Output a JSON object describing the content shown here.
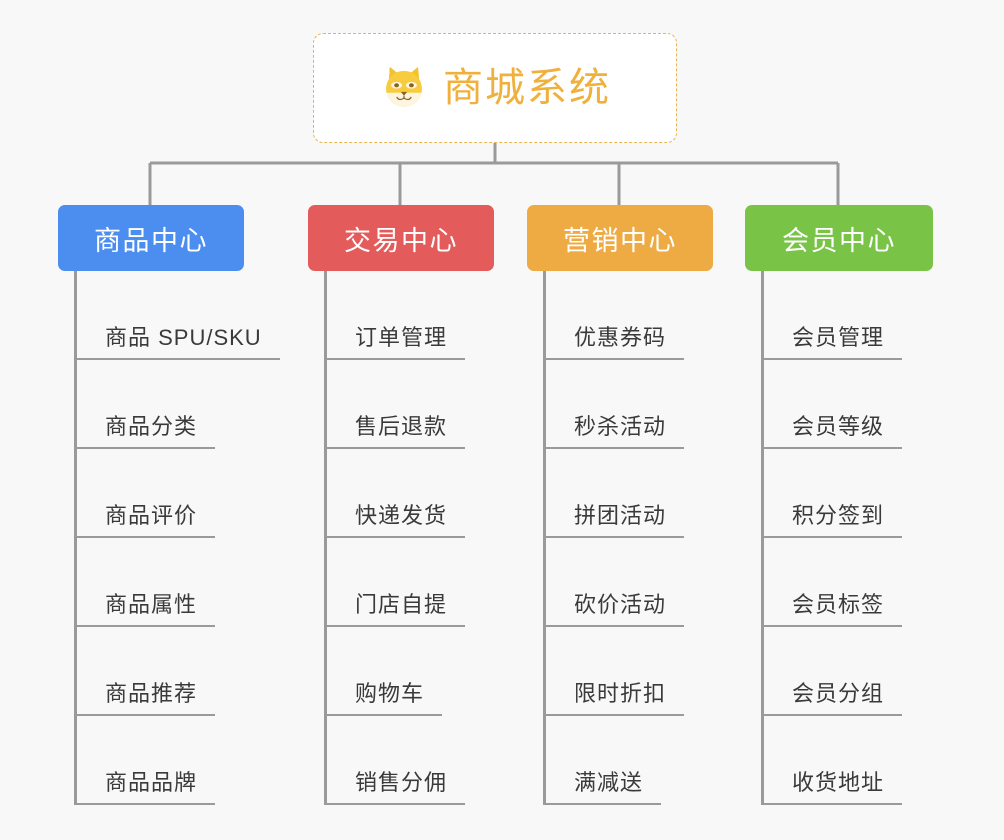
{
  "page": {
    "background_color": "#f8f8f8",
    "title": "商城系统 功能架构图"
  },
  "root": {
    "label": "商城系统",
    "icon": "dog-face-emoji",
    "text_color": "#f0b03c",
    "border_color": "#e8b450",
    "background_color": "#ffffff"
  },
  "connector": {
    "color": "#9a9a9a"
  },
  "categories": [
    {
      "label": "商品中心",
      "color": "#4c8ef0",
      "items": [
        {
          "label": "商品 SPU/SKU"
        },
        {
          "label": "商品分类"
        },
        {
          "label": "商品评价"
        },
        {
          "label": "商品属性"
        },
        {
          "label": "商品推荐"
        },
        {
          "label": "商品品牌"
        }
      ]
    },
    {
      "label": "交易中心",
      "color": "#e35b5b",
      "items": [
        {
          "label": "订单管理"
        },
        {
          "label": "售后退款"
        },
        {
          "label": "快递发货"
        },
        {
          "label": "门店自提"
        },
        {
          "label": "购物车"
        },
        {
          "label": "销售分佣"
        }
      ]
    },
    {
      "label": "营销中心",
      "color": "#eeab43",
      "items": [
        {
          "label": "优惠券码"
        },
        {
          "label": "秒杀活动"
        },
        {
          "label": "拼团活动"
        },
        {
          "label": "砍价活动"
        },
        {
          "label": "限时折扣"
        },
        {
          "label": "满减送"
        }
      ]
    },
    {
      "label": "会员中心",
      "color": "#79c346",
      "items": [
        {
          "label": "会员管理"
        },
        {
          "label": "会员等级"
        },
        {
          "label": "积分签到"
        },
        {
          "label": "会员标签"
        },
        {
          "label": "会员分组"
        },
        {
          "label": "收货地址"
        }
      ]
    }
  ]
}
